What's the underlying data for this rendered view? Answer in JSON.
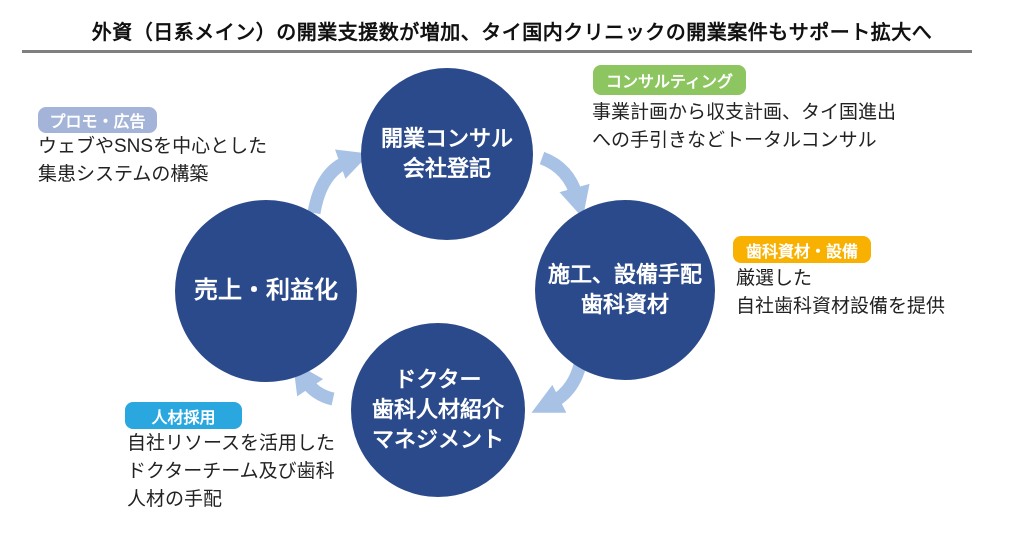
{
  "title": "外資（日系メイン）の開業支援数が増加、タイ国内クリニックの開業案件もサポート拡大へ",
  "colors": {
    "circle": "#2B4A8B",
    "arrow": "#A8C2E6",
    "underline": "#7F7F7F",
    "badge_promo": "#A4B3D8",
    "badge_consulting": "#8DC560",
    "badge_dental": "#F8B100",
    "badge_recruit": "#2BA7E0",
    "text": "#222222"
  },
  "cycle": {
    "nodes": [
      {
        "id": "opening-consult",
        "label": "開業コンサル\n会社登記"
      },
      {
        "id": "construction-equipment",
        "label": "施工、設備手配\n歯科資材"
      },
      {
        "id": "doctor-hr-management",
        "label": "ドクター\n歯科人材紹介\nマネジメント"
      },
      {
        "id": "sales-profit",
        "label": "売上・利益化"
      }
    ]
  },
  "annotations": {
    "promo": {
      "badge": "プロモ・広告",
      "text": "ウェブやSNSを中心とした\n集患システムの構築"
    },
    "consulting": {
      "badge": "コンサルティング",
      "text": "事業計画から収支計画、タイ国進出\nへの手引きなどトータルコンサル"
    },
    "dental": {
      "badge": "歯科資材・設備",
      "text": "厳選した\n自社歯科資材設備を提供"
    },
    "recruit": {
      "badge": "人材採用",
      "text": "自社リソースを活用した\nドクターチーム及び歯科\n人材の手配"
    }
  }
}
